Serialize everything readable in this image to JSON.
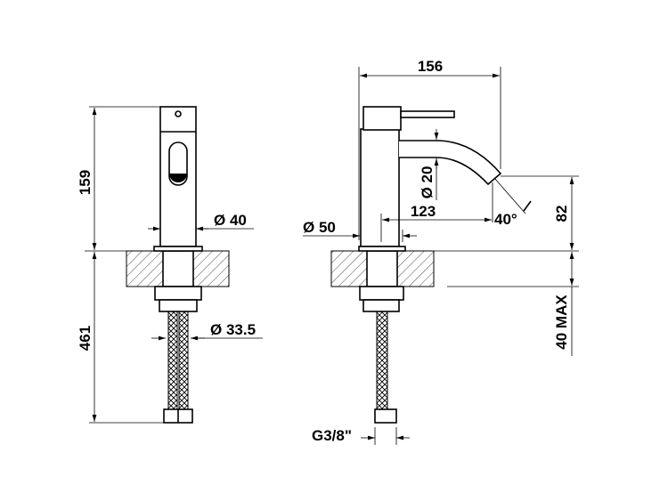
{
  "drawing": {
    "front_view": {
      "height_label": "159",
      "below_label": "461",
      "body_diameter": "Ø 40",
      "hose_diameter": "Ø 33.5"
    },
    "side_view": {
      "width_label": "156",
      "spout_height": "82",
      "max_thickness": "40 MAX",
      "base_diameter": "Ø 50",
      "spout_reach": "123",
      "spout_diameter": "Ø 20",
      "spout_angle": "40°",
      "connection": "G3/8\""
    }
  }
}
